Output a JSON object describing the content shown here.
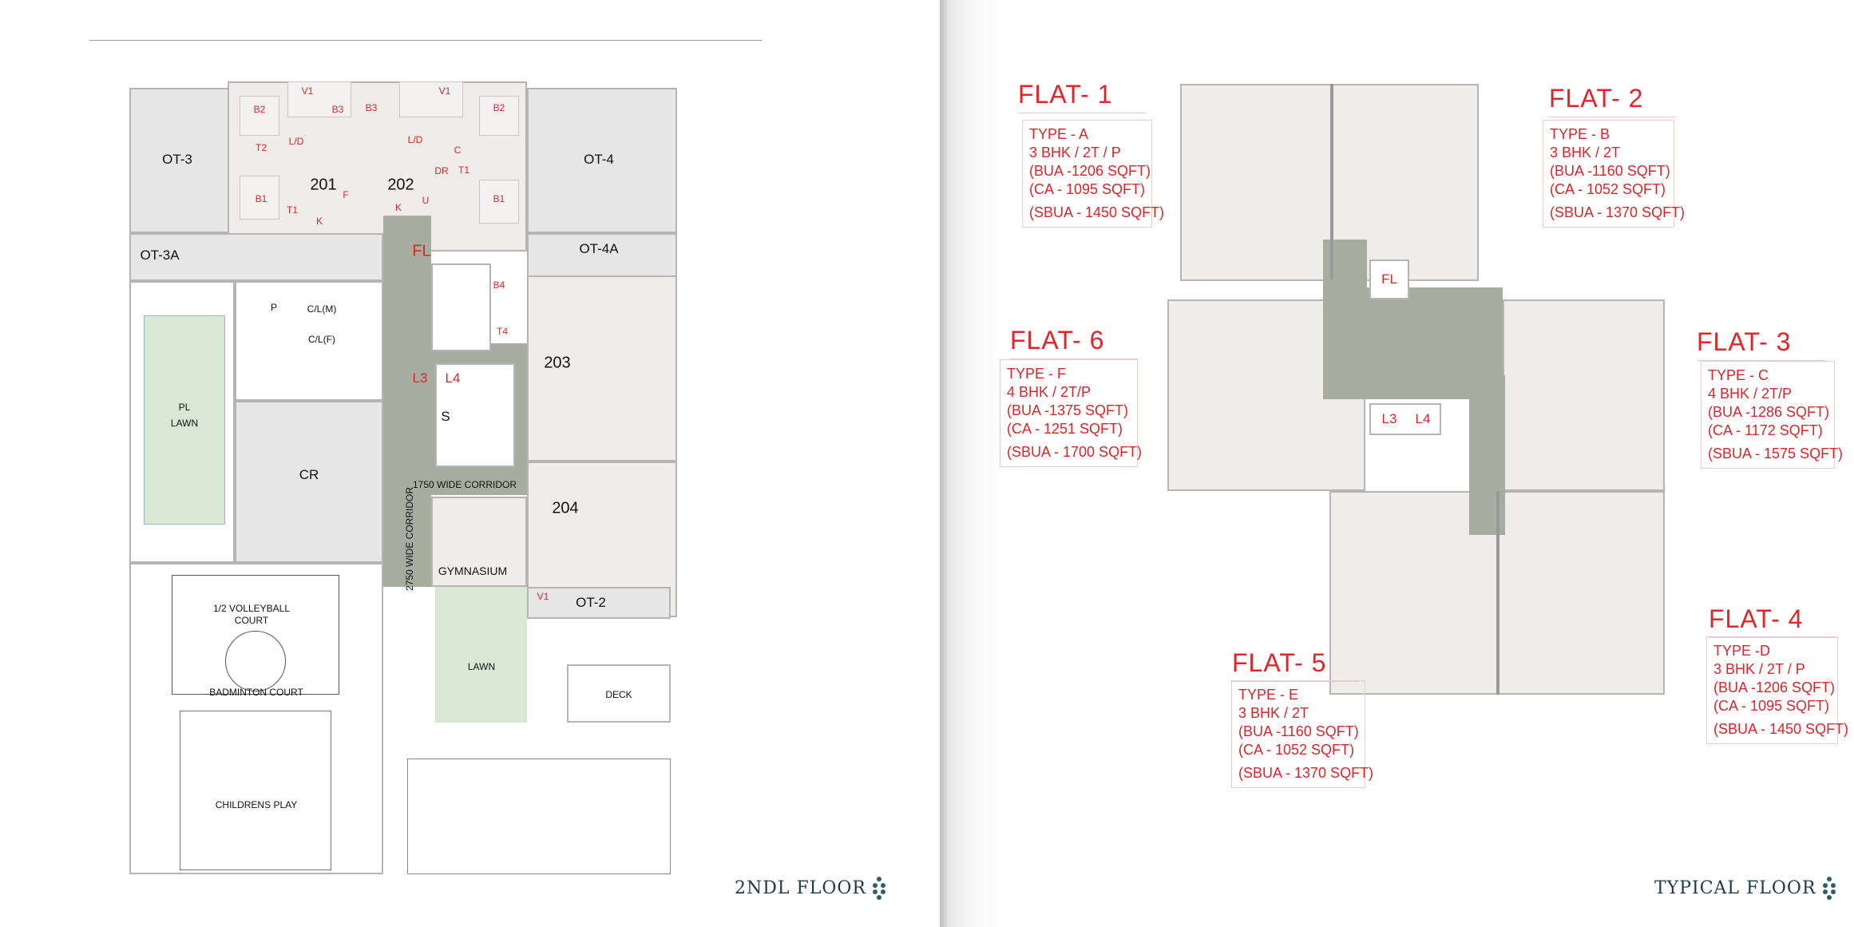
{
  "left_page": {
    "floor_label": "2NDL FLOOR",
    "plan_labels": {
      "ot3": "OT-3",
      "ot4": "OT-4",
      "ot3a": "OT-3A",
      "ot4a": "OT-4A",
      "flat201": "201",
      "flat202": "202",
      "flat203": "203",
      "flat204": "204",
      "fl": "FL",
      "p": "P",
      "cl_m": "C/L(M)",
      "cl_f": "C/L(F)",
      "pl_lawn": "PL\nLAWN",
      "pl": "PL",
      "lawn1": "LAWN",
      "cr": "CR",
      "s": "S",
      "l3": "L3",
      "l4": "L4",
      "corridor_1750": "1750 WIDE CORRIDOR",
      "corridor_2750": "2750 WIDE CORRIDOR",
      "gymnasium": "GYMNASIUM",
      "ot2": "OT-2",
      "lawn": "LAWN",
      "deck": "DECK",
      "volleyball": "1/2 VOLLEYBALL",
      "court": "COURT",
      "badminton": "BADMINTON COURT",
      "childrens_play": "CHILDRENS PLAY"
    },
    "room_labels": {
      "v1": "V1",
      "b1": "B1",
      "b2": "B2",
      "b3": "B3",
      "b4": "B4",
      "ld": "L/D",
      "k": "K",
      "t1": "T1",
      "t2": "T2",
      "u": "U",
      "f": "F",
      "c": "C",
      "dr": "DR",
      "t4": "T4"
    }
  },
  "right_page": {
    "floor_label": "TYPICAL FLOOR",
    "plan_labels": {
      "fl": "FL",
      "l3": "L3",
      "l4": "L4"
    },
    "flats": [
      {
        "title": "FLAT- 1",
        "type": "TYPE - A",
        "config": "3 BHK / 2T / P",
        "bua": "(BUA -1206 SQFT)",
        "ca": "(CA - 1095 SQFT)",
        "sbua": "(SBUA - 1450 SQFT)"
      },
      {
        "title": "FLAT- 2",
        "type": "TYPE - B",
        "config": "3 BHK / 2T",
        "bua": "(BUA -1160 SQFT)",
        "ca": "(CA - 1052 SQFT)",
        "sbua": "(SBUA - 1370 SQFT)"
      },
      {
        "title": "FLAT- 3",
        "type": "TYPE - C",
        "config": "4 BHK / 2T/P",
        "bua": "(BUA -1286 SQFT)",
        "ca": "(CA - 1172 SQFT)",
        "sbua": "(SBUA - 1575 SQFT)"
      },
      {
        "title": "FLAT- 4",
        "type": "TYPE -D",
        "config": "3 BHK / 2T / P",
        "bua": "(BUA -1206 SQFT)",
        "ca": "(CA - 1095 SQFT)",
        "sbua": "(SBUA - 1450 SQFT)"
      },
      {
        "title": "FLAT- 5",
        "type": "TYPE - E",
        "config": "3 BHK / 2T",
        "bua": "(BUA -1160 SQFT)",
        "ca": "(CA - 1052 SQFT)",
        "sbua": "(SBUA - 1370 SQFT)"
      },
      {
        "title": "FLAT- 6",
        "type": "TYPE - F",
        "config": "4 BHK / 2T/P",
        "bua": "(BUA -1375 SQFT)",
        "ca": "(CA - 1251 SQFT)",
        "sbua": "(SBUA - 1700 SQFT)"
      }
    ]
  },
  "colors": {
    "accent_red": "#e1262b",
    "floor_label": "#1d3a4a",
    "corridor": "#a8ac9e",
    "lawn": "#d8e8d4"
  }
}
